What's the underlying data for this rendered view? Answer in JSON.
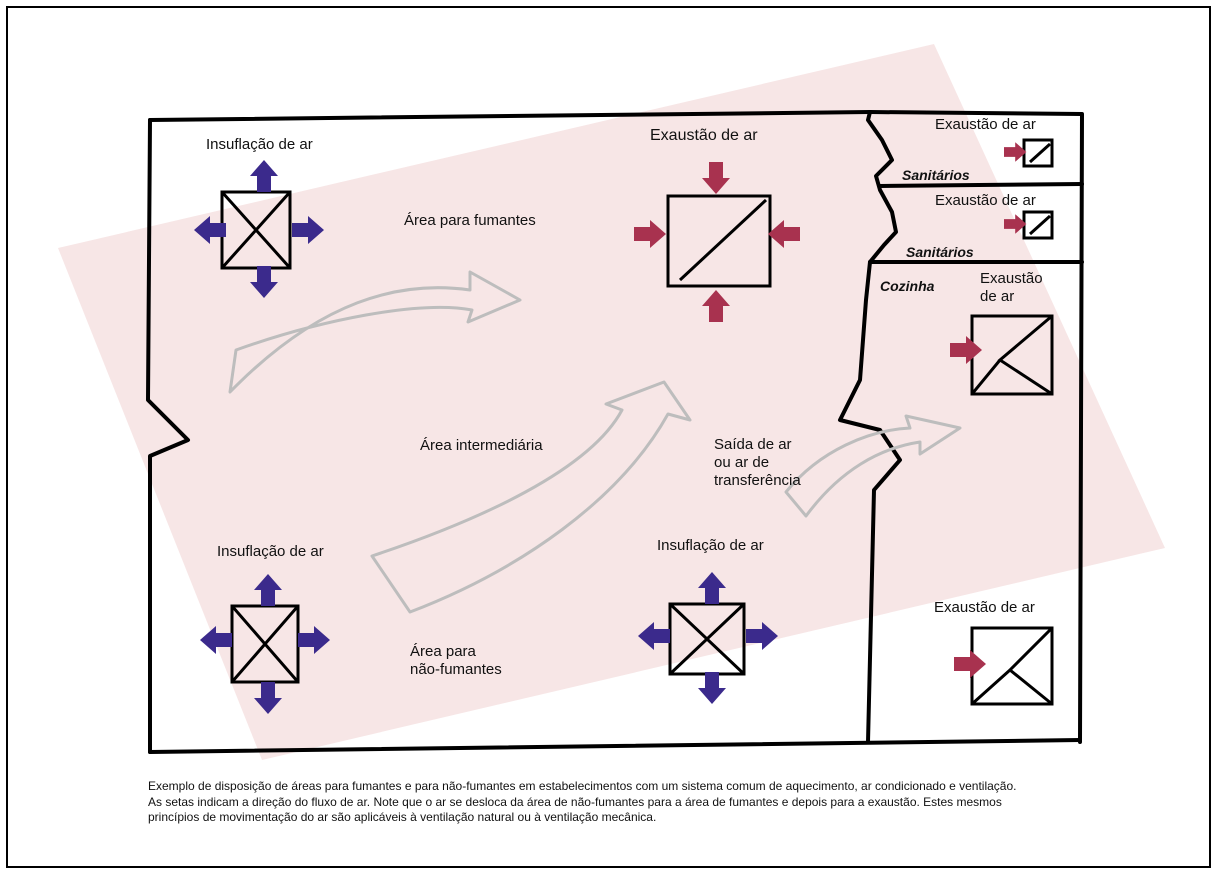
{
  "labels": {
    "insuflacao_top": "Insuflação de ar",
    "area_fumantes": "Área para fumantes",
    "exaustao_main": "Exaustão de ar",
    "exaustao_sanit1": "Exaustão de ar",
    "sanitarios1": "Sanitários",
    "exaustao_sanit2": "Exaustão de ar",
    "sanitarios2": "Sanitários",
    "cozinha": "Cozinha",
    "exaustao_cozinha": "Exaustão\nde ar",
    "area_intermediaria": "Área intermediária",
    "saida_ar": "Saída de ar\nou ar de\ntransferência",
    "insuflacao_bottom_left": "Insuflação de ar",
    "insuflacao_bottom_mid": "Insuflação de ar",
    "area_nao_fumantes": "Área para\nnão-fumantes",
    "exaustao_bottom_right": "Exaustão de ar"
  },
  "caption": {
    "line1": "Exemplo de disposição de áreas para fumantes e para não-fumantes em estabelecimentos com um sistema comum de aquecimento, ar condicionado e ventilação.",
    "line2": "As setas indicam a direção do fluxo de ar. Note que o ar se desloca da área de não-fumantes para a área de fumantes e depois para a exaustão. Estes mesmos princípios de movimentação do ar são aplicáveis à ventilação natural ou à ventilação mecânica."
  },
  "colors": {
    "background_sheet": "#f7e6e6",
    "insuflacao_arrow": "#3b2a8c",
    "exaustao_arrow": "#a8324f",
    "flow_arrow": "#bdbdbd"
  }
}
